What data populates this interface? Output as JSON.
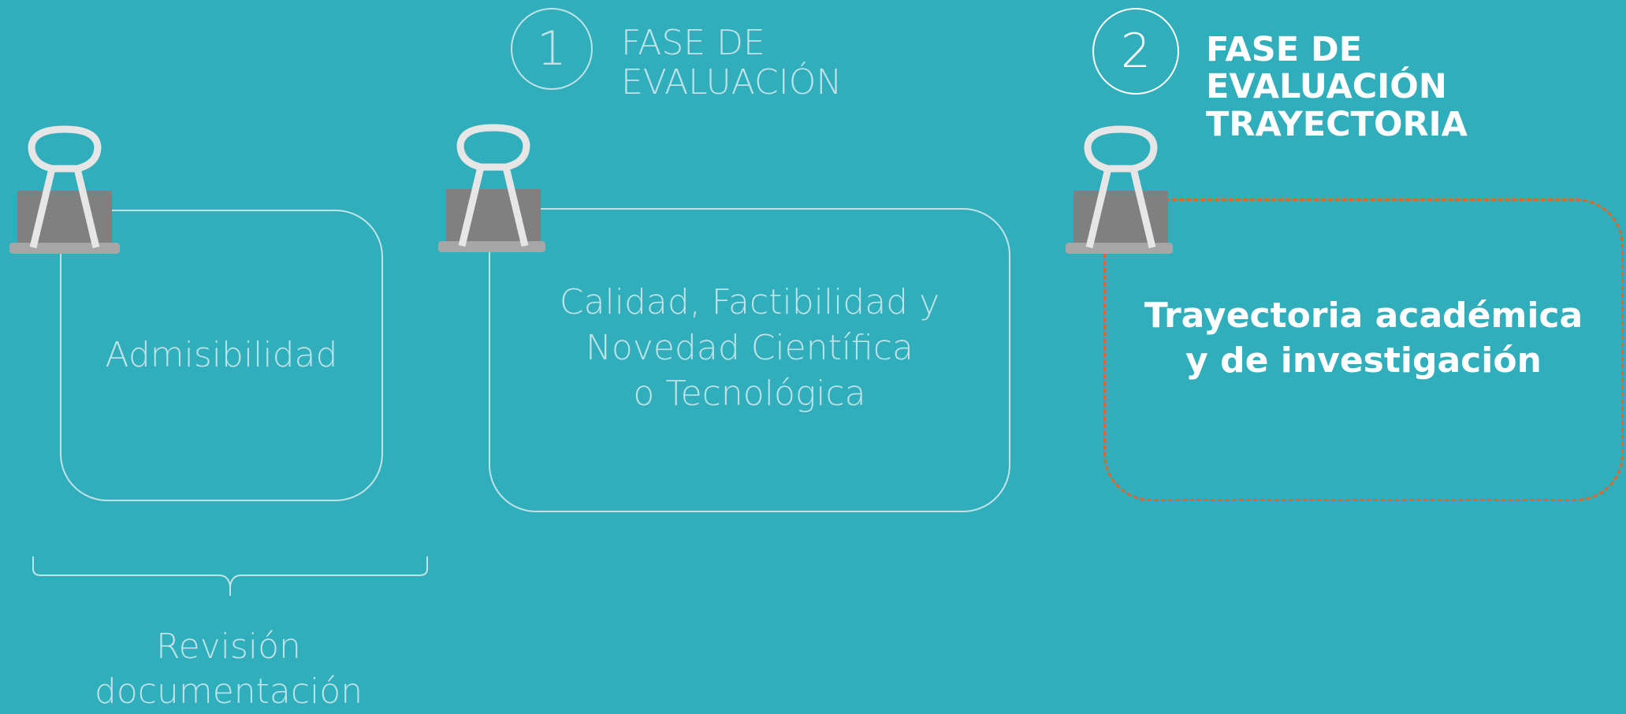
{
  "phases": [
    {
      "number": "1",
      "title_lines": [
        "FASE DE",
        "EVALUACIÓN"
      ]
    },
    {
      "number": "2",
      "title_lines": [
        "FASE DE",
        "EVALUACIÓN",
        "TRAYECTORIA"
      ]
    }
  ],
  "cards": [
    {
      "lines": [
        "Admisibilidad"
      ]
    },
    {
      "lines": [
        "Calidad, Factibilidad y",
        "Novedad Científica",
        "o Tecnológica"
      ]
    },
    {
      "lines": [
        "Trayectoria académica",
        "y de investigación"
      ]
    }
  ],
  "brace_note": {
    "lines": [
      "Revisión",
      "documentación"
    ]
  },
  "colors": {
    "background": "#31AEBB",
    "faint": "#BFE3E8",
    "active_border": "#D9682B",
    "clip_body": "#808080",
    "clip_base": "#A6A6A6"
  }
}
